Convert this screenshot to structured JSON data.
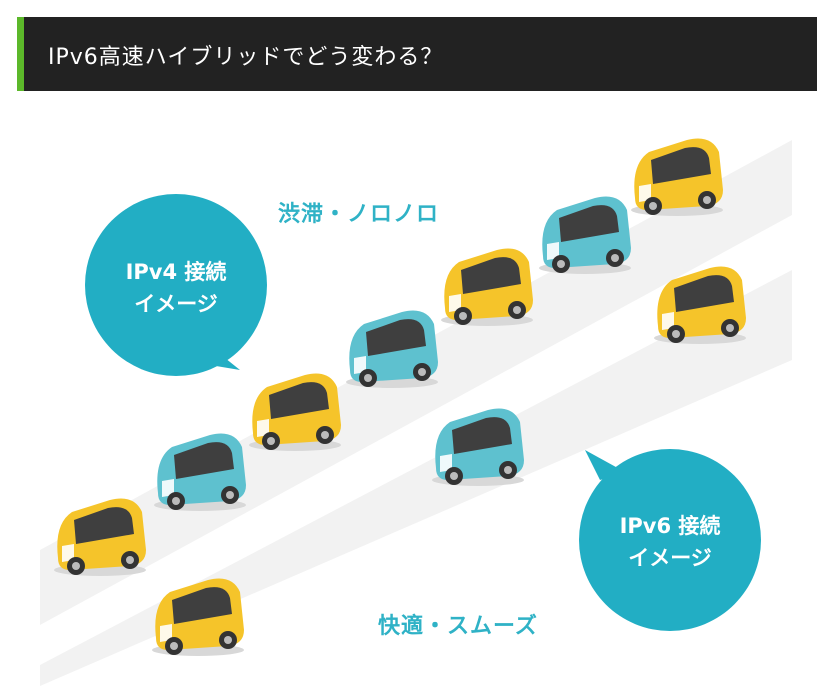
{
  "header": {
    "title": "IPv6高速ハイブリッドでどう変わる？"
  },
  "illustration": {
    "upper_label": "渋滞・ノロノロ",
    "lower_label": "快適・スムーズ",
    "ipv4_bubble": {
      "line1": "IPv4 接続",
      "line2": "イメージ"
    },
    "ipv6_bubble": {
      "line1": "IPv6 接続",
      "line2": "イメージ"
    }
  },
  "colors": {
    "header_bg": "#222222",
    "accent": "#5cb82a",
    "bubble": "#22aec4",
    "car_yellow": "#f5c42a",
    "car_blue": "#5ec1cf",
    "road": "#f2f2f2"
  }
}
